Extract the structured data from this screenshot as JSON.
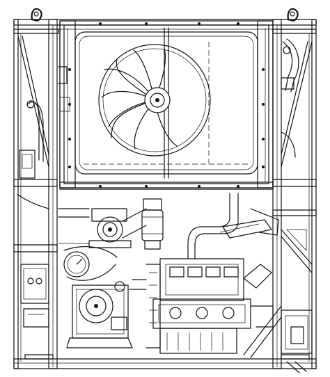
{
  "drawing": {
    "kind": "line-art",
    "colors": {
      "ink": "#111111",
      "background": "#ffffff"
    },
    "parts": [
      "lifting-eye",
      "outer-frame",
      "radiator-frame",
      "fan-guard",
      "fan",
      "fan-hub",
      "alternator",
      "fuel-filter",
      "air-intake-pipe",
      "engine-block",
      "compressor",
      "gauge",
      "control-box",
      "battery-box",
      "cross-bracing",
      "base-skid"
    ]
  }
}
